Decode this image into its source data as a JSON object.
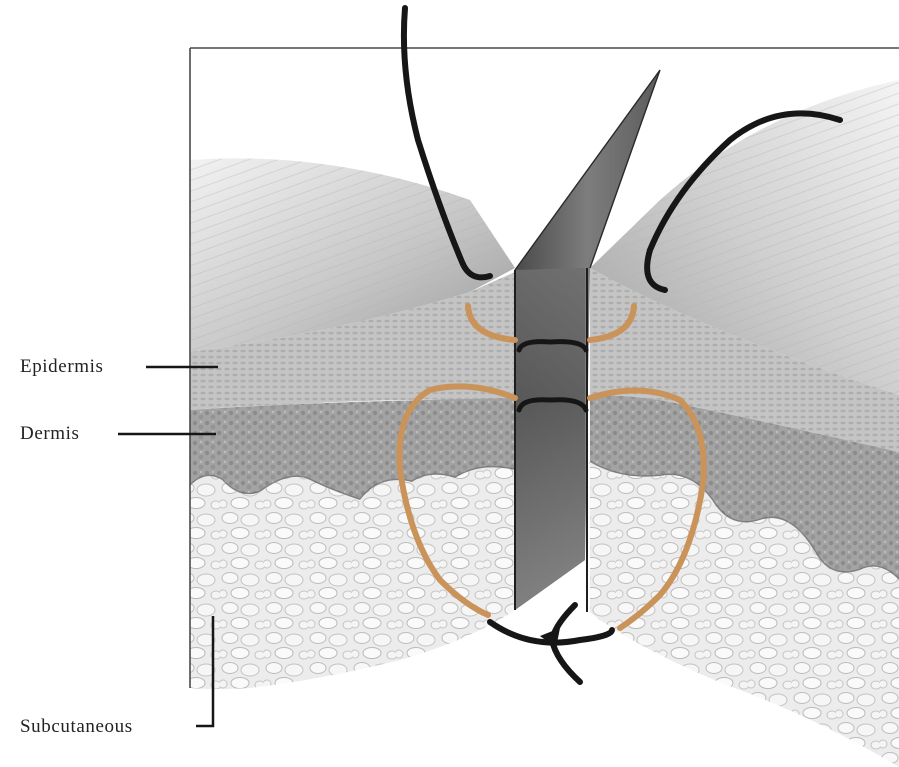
{
  "labels": {
    "epidermis": "Epidermis",
    "dermis": "Dermis",
    "subcutaneous": "Subcutaneous"
  },
  "colors": {
    "suture_black": "#161616",
    "suture_tan": "#c9935a",
    "epidermis": "#bdbdbd",
    "dermis": "#a3a3a3",
    "subcutaneous": "#ededed",
    "skin_surface": "#d6d6d6"
  }
}
